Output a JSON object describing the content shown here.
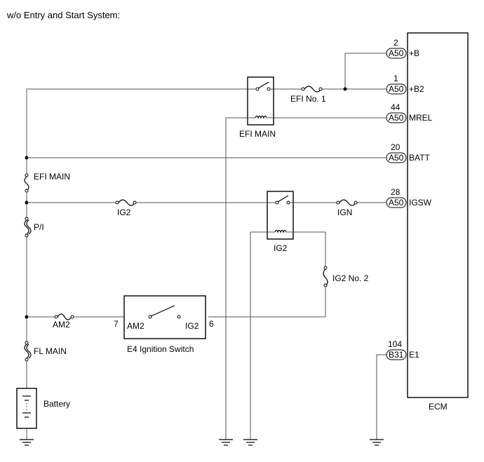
{
  "title": "w/o Entry and Start System:",
  "ecm": {
    "label": "ECM",
    "pins": [
      {
        "connector": "A50",
        "pin": "2",
        "name": "+B"
      },
      {
        "connector": "A50",
        "pin": "1",
        "name": "+B2"
      },
      {
        "connector": "A50",
        "pin": "44",
        "name": "MREL"
      },
      {
        "connector": "A50",
        "pin": "20",
        "name": "BATT"
      },
      {
        "connector": "A50",
        "pin": "28",
        "name": "IGSW"
      },
      {
        "connector": "B31",
        "pin": "104",
        "name": "E1"
      }
    ]
  },
  "relays": {
    "efi_main": "EFI MAIN",
    "ig2": "IG2"
  },
  "fuses": {
    "efi_no1": "EFI No. 1",
    "efi_main": "EFI MAIN",
    "pi": "P/I",
    "ig2": "IG2",
    "ign": "IGN",
    "ig2_no2": "IG2 No. 2",
    "am2": "AM2",
    "fl_main": "FL MAIN"
  },
  "ignition_switch": {
    "label": "E4 Ignition Switch",
    "pin_in": "7",
    "pin_out": "6",
    "term_in": "AM2",
    "term_out": "IG2"
  },
  "battery": "Battery"
}
